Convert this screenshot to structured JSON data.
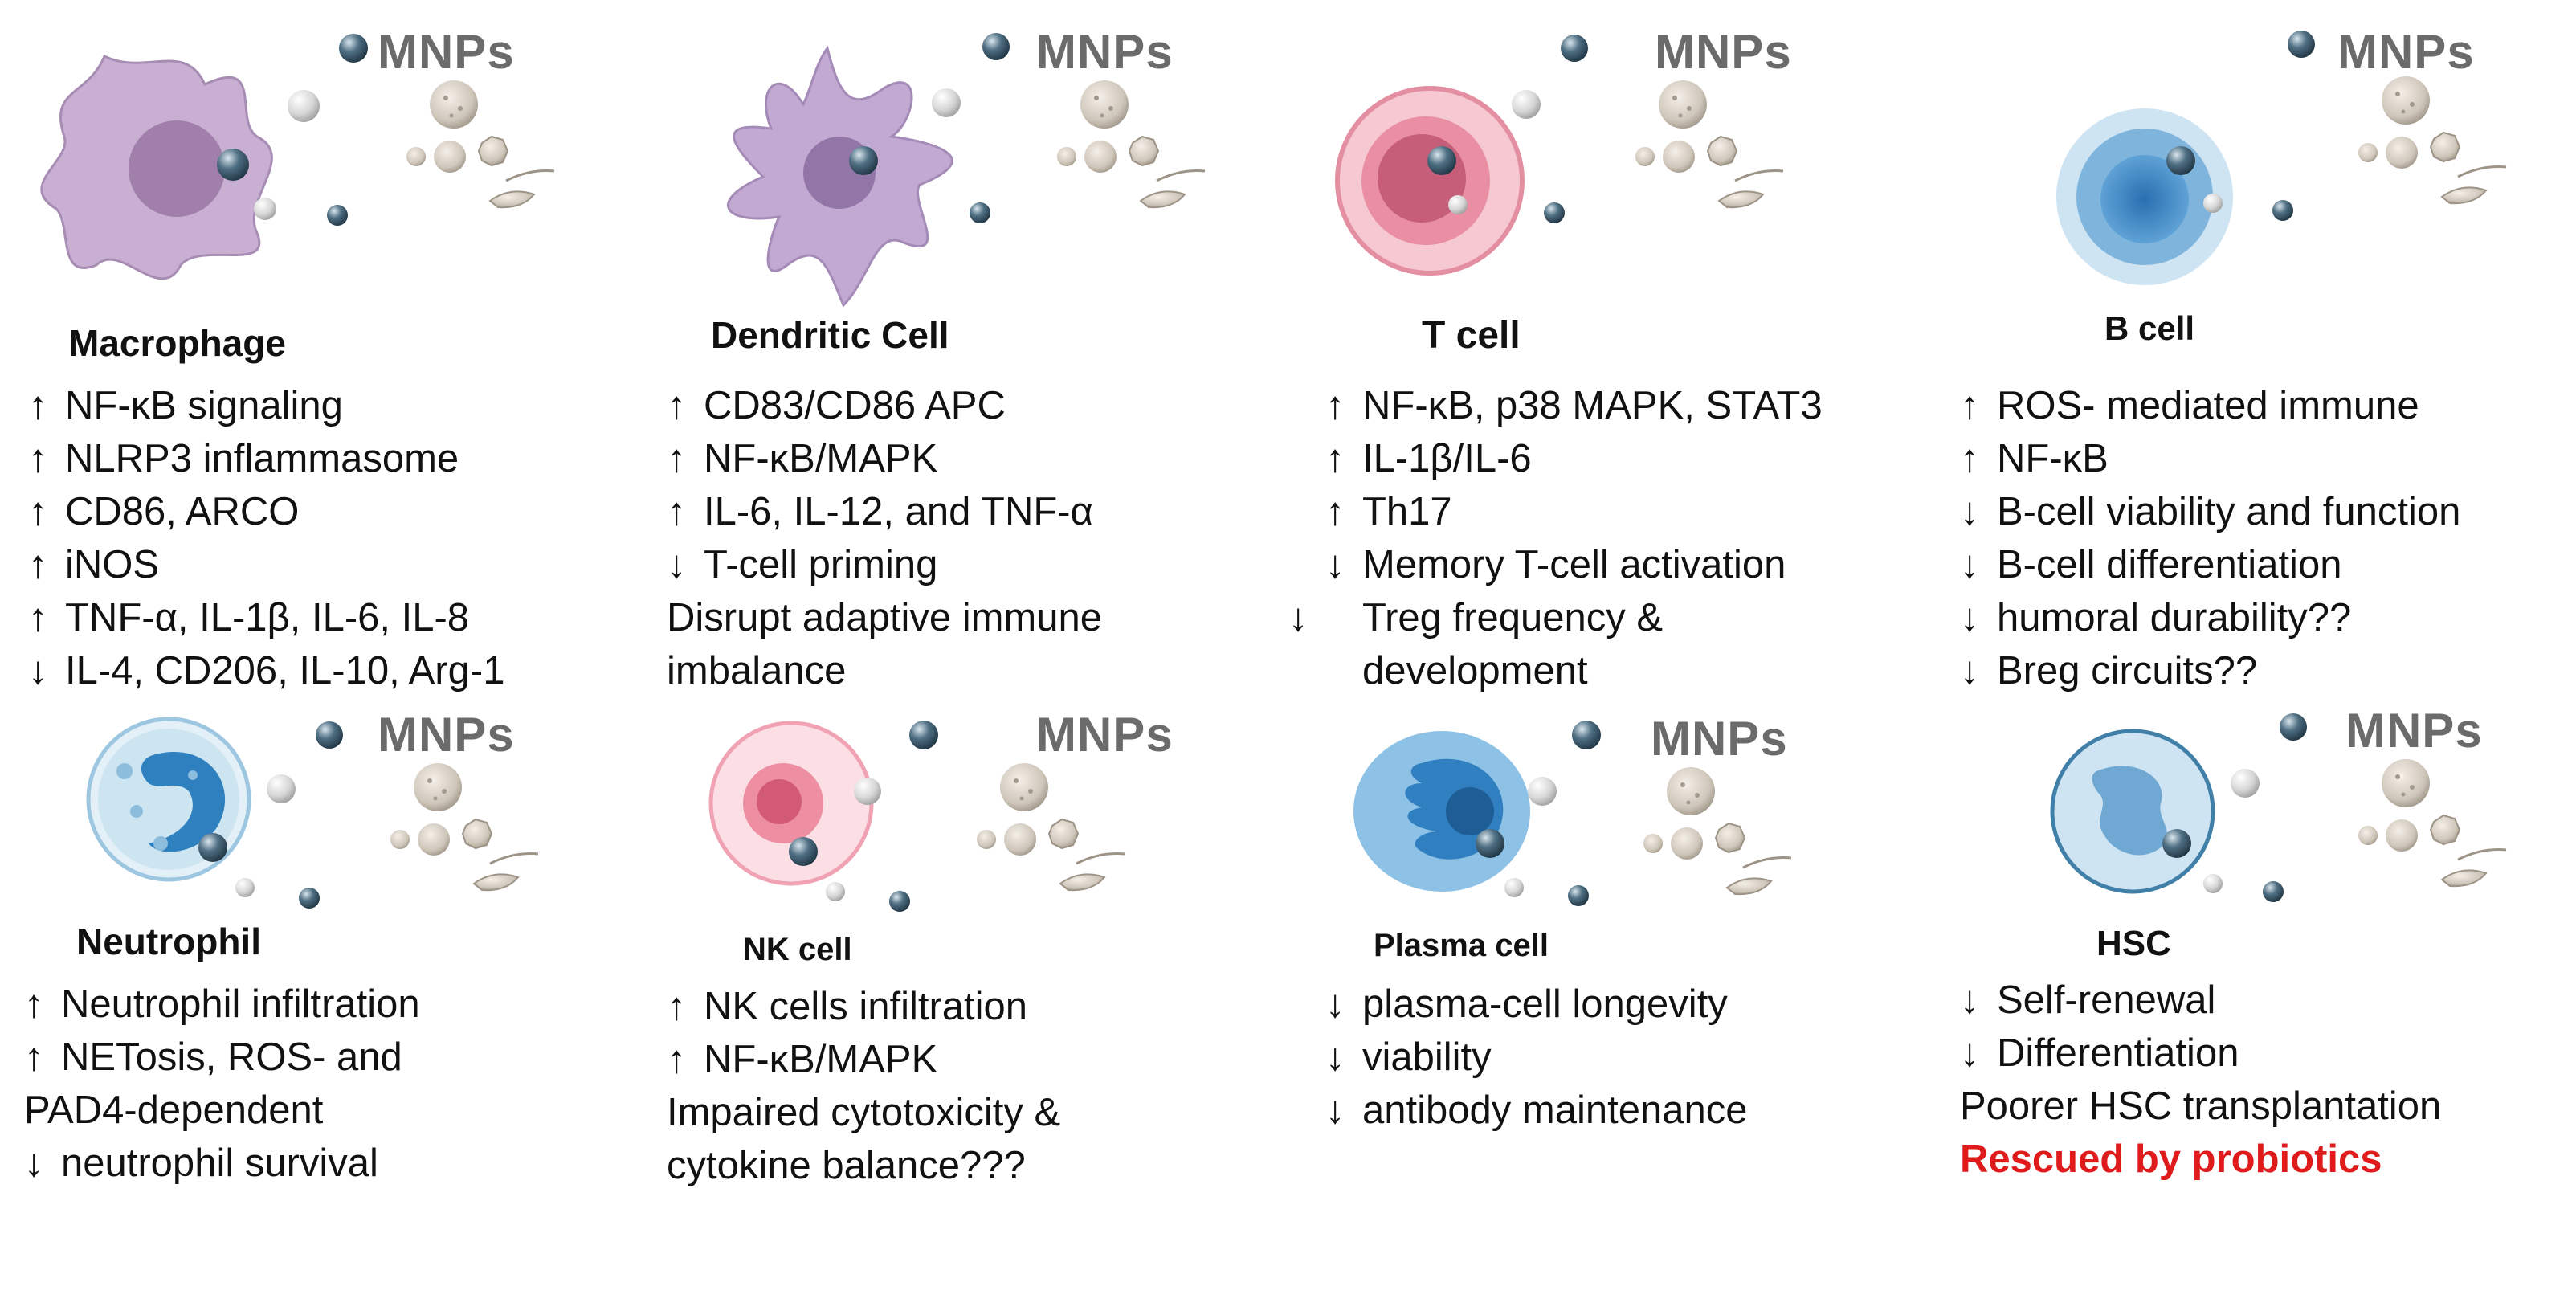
{
  "particle_label": "MNPs",
  "panels": [
    {
      "cell": "Macrophage",
      "effects": [
        {
          "arrow": "↑",
          "text": "NF-κB signaling"
        },
        {
          "arrow": "↑",
          "text": "NLRP3 inflammasome"
        },
        {
          "arrow": "↑",
          "text": "CD86, ARCO"
        },
        {
          "arrow": "↑",
          "text": "iNOS"
        },
        {
          "arrow": "↑",
          "text": "TNF-α, IL-1β, IL-6, IL-8"
        },
        {
          "arrow": "↓",
          "text": "IL-4, CD206, IL-10, Arg-1"
        }
      ]
    },
    {
      "cell": "Dendritic Cell",
      "effects": [
        {
          "arrow": "↑",
          "text": "CD83/CD86 APC"
        },
        {
          "arrow": "↑",
          "text": "NF-κB/MAPK"
        },
        {
          "arrow": "↑",
          "text": "IL-6, IL-12, and TNF-α"
        },
        {
          "arrow": "↓",
          "text": "T-cell priming"
        },
        {
          "arrow": "",
          "text": "Disrupt adaptive immune imbalance"
        }
      ]
    },
    {
      "cell": "T cell",
      "effects": [
        {
          "arrow": "↑",
          "text": "NF-κB, p38 MAPK, STAT3"
        },
        {
          "arrow": "↑",
          "text": "IL-1β/IL-6"
        },
        {
          "arrow": "↑",
          "text": "Th17"
        },
        {
          "arrow": "↓",
          "text": "Memory T-cell activation"
        },
        {
          "arrow": "↓",
          "text": "Treg frequency & development"
        }
      ]
    },
    {
      "cell": "B cell",
      "effects": [
        {
          "arrow": "↑",
          "text": "ROS- mediated immune"
        },
        {
          "arrow": "↑",
          "text": "NF-κB"
        },
        {
          "arrow": "↓",
          "text": "B-cell viability and function"
        },
        {
          "arrow": "↓",
          "text": "B-cell differentiation"
        },
        {
          "arrow": "↓",
          "text": "humoral durability??"
        },
        {
          "arrow": "↓",
          "text": "Breg circuits??"
        }
      ]
    },
    {
      "cell": "Neutrophil",
      "effects": [
        {
          "arrow": "↑",
          "text": "Neutrophil infiltration"
        },
        {
          "arrow": "↑",
          "text": "NETosis, ROS- and PAD4-dependent"
        },
        {
          "arrow": "↓",
          "text": "neutrophil survival"
        }
      ]
    },
    {
      "cell": "NK cell",
      "effects": [
        {
          "arrow": "↑",
          "text": "NK cells infiltration"
        },
        {
          "arrow": "↑",
          "text": "NF-κB/MAPK"
        },
        {
          "arrow": "",
          "text": "Impaired cytotoxicity & cytokine balance???"
        }
      ]
    },
    {
      "cell": "Plasma cell",
      "effects": [
        {
          "arrow": "↓",
          "text": "plasma-cell longevity"
        },
        {
          "arrow": "↓",
          "text": "viability"
        },
        {
          "arrow": "↓",
          "text": "antibody maintenance"
        }
      ]
    },
    {
      "cell": "HSC",
      "effects": [
        {
          "arrow": "↓",
          "text": "Self-renewal"
        },
        {
          "arrow": "↓",
          "text": "Differentiation"
        },
        {
          "arrow": "",
          "text": "Poorer HSC transplantation"
        },
        {
          "arrow": "",
          "text": "Rescued by probiotics"
        }
      ]
    }
  ],
  "colors": {
    "macrophage": "#c9b0d3",
    "dendritic": "#c2a9d2",
    "t_cell": "#e98ea3",
    "b_cell": "#7fb5dc",
    "neutrophil": "#cde4f1",
    "nk_cell": "#f3a9b8",
    "plasma_cell": "#8dc2e6",
    "hsc": "#b7d6ea",
    "highlight_text": "#e01b1b",
    "mnp_label": "#6b6b6b"
  }
}
